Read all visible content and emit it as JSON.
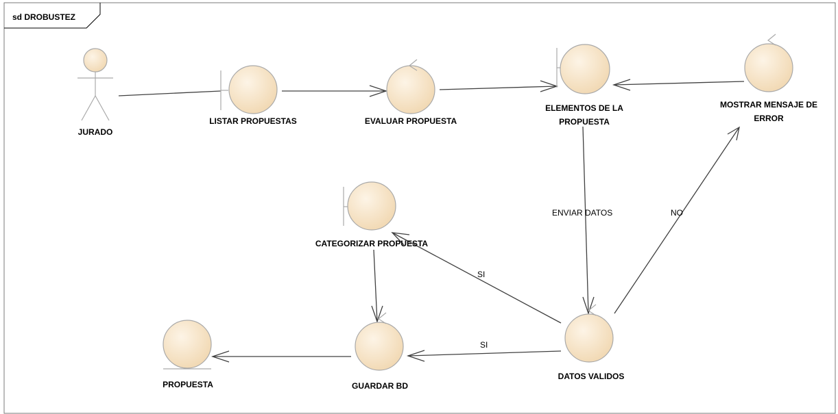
{
  "diagram": {
    "frame_title": "sd DROBUSTEZ",
    "nodes": {
      "jurado": {
        "label": "JURADO",
        "kind": "actor"
      },
      "listar_propuestas": {
        "label": "LISTAR PROPUESTAS",
        "kind": "boundary"
      },
      "evaluar_propuesta": {
        "label": "EVALUAR PROPUESTA",
        "kind": "control"
      },
      "elementos_propuesta": {
        "label_line1": "ELEMENTOS DE LA",
        "label_line2": "PROPUESTA",
        "kind": "boundary"
      },
      "mostrar_mensaje_error": {
        "label_line1": "MOSTRAR MENSAJE DE",
        "label_line2": "ERROR",
        "kind": "control"
      },
      "categorizar_propuesta": {
        "label": "CATEGORIZAR PROPUESTA",
        "kind": "boundary"
      },
      "datos_validos": {
        "label": "DATOS VALIDOS",
        "kind": "control"
      },
      "guardar_bd": {
        "label": "GUARDAR BD",
        "kind": "control"
      },
      "propuesta": {
        "label": "PROPUESTA",
        "kind": "entity"
      }
    },
    "edges": {
      "enviar_datos": "ENVIAR DATOS",
      "no": "NO",
      "si_categorizar": "SI",
      "si_guardar": "SI"
    },
    "colors": {
      "fill": "#f6e3c5",
      "stroke": "#a9a9a9",
      "line": "#404040"
    }
  }
}
